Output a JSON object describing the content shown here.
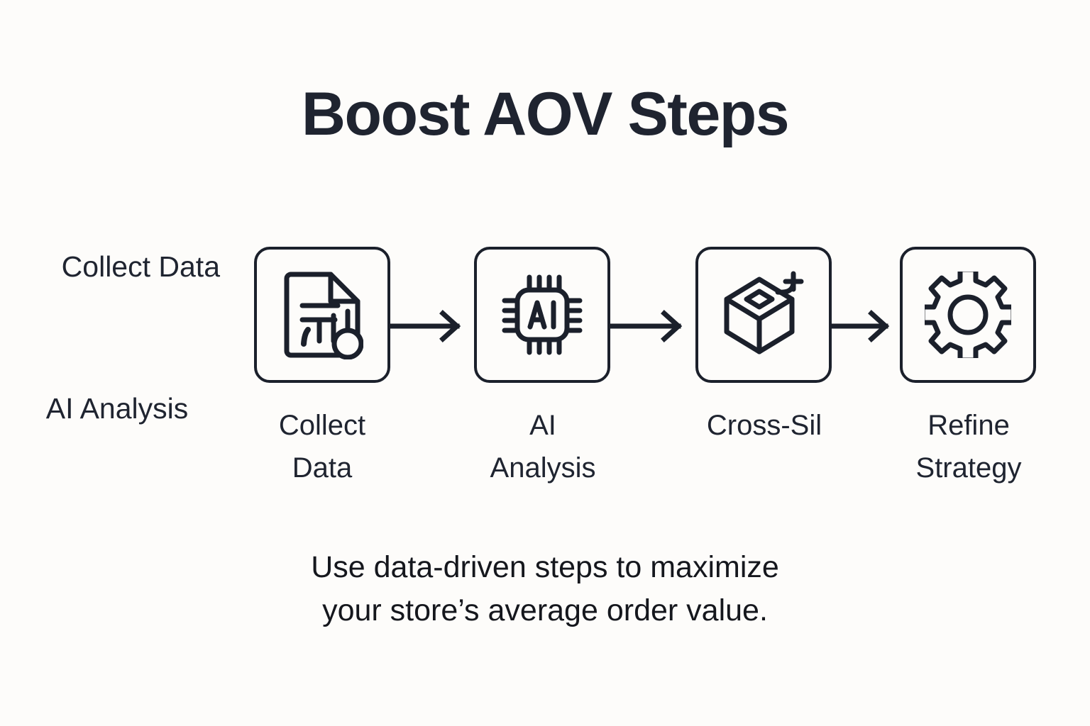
{
  "background_color": "#fdfcfa",
  "ink_color": "#1b202b",
  "title": "Boost AOV Steps",
  "side_labels": {
    "collect_data": "Collect\nData",
    "ai_analysis": "AI Analysis"
  },
  "flow": {
    "steps": [
      {
        "label": "Collect\nData",
        "icon": "document-chart-icon"
      },
      {
        "label": "AI\nAnalysis",
        "icon": "ai-chip-icon"
      },
      {
        "label": "Cross-Sil",
        "icon": "box-plus-icon"
      },
      {
        "label": "Refine\nStrategy",
        "icon": "gear-icon"
      }
    ],
    "connectors": [
      {
        "icon": "arrow-right-icon"
      },
      {
        "icon": "arrow-right-icon"
      },
      {
        "icon": "arrow-right-icon"
      }
    ]
  },
  "caption": "Use data-driven steps to maximize\nyour store’s average order value."
}
